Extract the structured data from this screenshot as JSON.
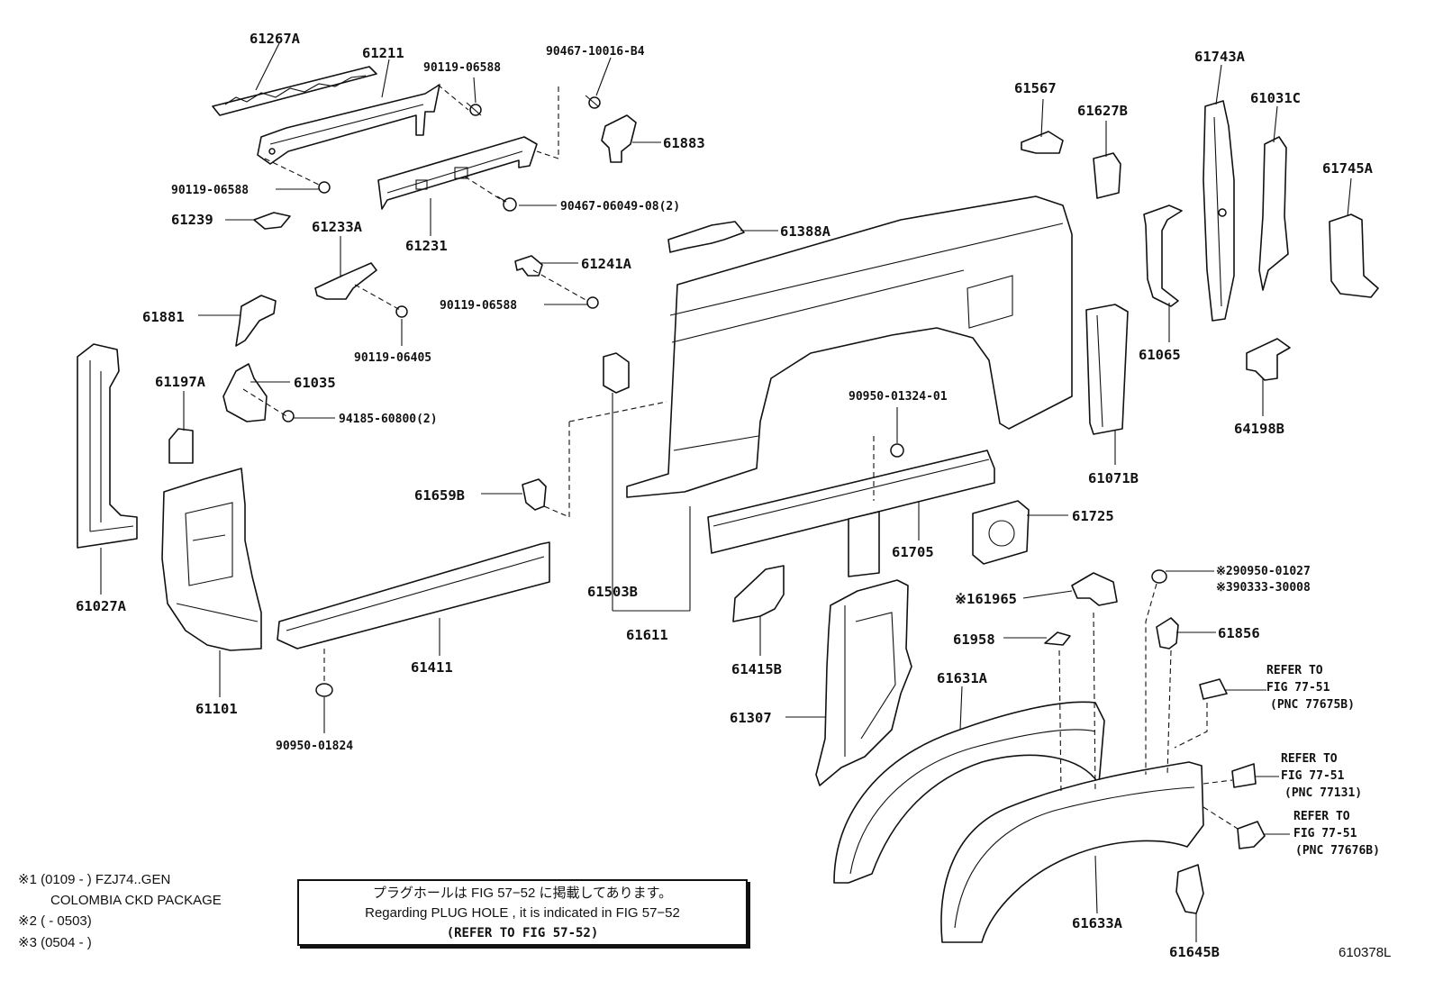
{
  "callouts": [
    {
      "id": "p61267A",
      "text": "61267A"
    },
    {
      "id": "p61211",
      "text": "61211"
    },
    {
      "id": "p90119_06588_a",
      "text": "90119-06588"
    },
    {
      "id": "p90467_10016",
      "text": "90467-10016-B4"
    },
    {
      "id": "p61883",
      "text": "61883"
    },
    {
      "id": "p90119_06588_b",
      "text": "90119-06588"
    },
    {
      "id": "p90467_06049",
      "text": "90467-06049-08(2)"
    },
    {
      "id": "p61239",
      "text": "61239"
    },
    {
      "id": "p61233A",
      "text": "61233A"
    },
    {
      "id": "p61231",
      "text": "61231"
    },
    {
      "id": "p61388A",
      "text": "61388A"
    },
    {
      "id": "p61241A",
      "text": "61241A"
    },
    {
      "id": "p90119_06588_c",
      "text": "90119-06588"
    },
    {
      "id": "p61881",
      "text": "61881"
    },
    {
      "id": "p90119_06405",
      "text": "90119-06405"
    },
    {
      "id": "p61197A",
      "text": "61197A"
    },
    {
      "id": "p61035",
      "text": "61035"
    },
    {
      "id": "p94185",
      "text": "94185-60800(2)"
    },
    {
      "id": "p61027A",
      "text": "61027A"
    },
    {
      "id": "p61101",
      "text": "61101"
    },
    {
      "id": "p61659B",
      "text": "61659B"
    },
    {
      "id": "p61411",
      "text": "61411"
    },
    {
      "id": "p90950_01824",
      "text": "90950-01824"
    },
    {
      "id": "p61503B",
      "text": "61503B"
    },
    {
      "id": "p61611",
      "text": "61611"
    },
    {
      "id": "p90950_01324",
      "text": "90950-01324-01"
    },
    {
      "id": "p61705",
      "text": "61705"
    },
    {
      "id": "p61725",
      "text": "61725"
    },
    {
      "id": "p61567",
      "text": "61567"
    },
    {
      "id": "p61627B",
      "text": "61627B"
    },
    {
      "id": "p61743A",
      "text": "61743A"
    },
    {
      "id": "p61031C",
      "text": "61031C"
    },
    {
      "id": "p61745A",
      "text": "61745A"
    },
    {
      "id": "p61065",
      "text": "61065"
    },
    {
      "id": "p64198B",
      "text": "64198B"
    },
    {
      "id": "p61071B",
      "text": "61071B"
    },
    {
      "id": "p61415B",
      "text": "61415B"
    },
    {
      "id": "p61307",
      "text": "61307"
    },
    {
      "id": "p61965",
      "text": "※161965"
    },
    {
      "id": "p61958",
      "text": "61958"
    },
    {
      "id": "p61631A",
      "text": "61631A"
    },
    {
      "id": "p90950_01027",
      "text": "※290950-01027"
    },
    {
      "id": "p90333_30008",
      "text": "※390333-30008"
    },
    {
      "id": "p61856",
      "text": "61856"
    },
    {
      "id": "p61633A",
      "text": "61633A"
    },
    {
      "id": "p61645B",
      "text": "61645B"
    }
  ],
  "refer_blocks": [
    {
      "line1": "REFER TO",
      "line2": "FIG 77-51",
      "line3": "(PNC 77675B)"
    },
    {
      "line1": "REFER TO",
      "line2": "FIG 77-51",
      "line3": "(PNC 77131)"
    },
    {
      "line1": "REFER TO",
      "line2": "FIG 77-51",
      "line3": "(PNC 77676B)"
    }
  ],
  "footnotes": [
    "※1 (0109 -        ) FZJ74..GEN",
    "COLOMBIA CKD PACKAGE",
    "※2 (        - 0503)",
    "※3 (0504 -        )"
  ],
  "notice": {
    "line1": "プラグホールは FIG  57−52 に掲載してあります。",
    "line2": "Regarding  PLUG  HOLE , it is indicated in FIG  57−52",
    "line3": "(REFER TO FIG 57-52)"
  },
  "figure_code": "610378L"
}
